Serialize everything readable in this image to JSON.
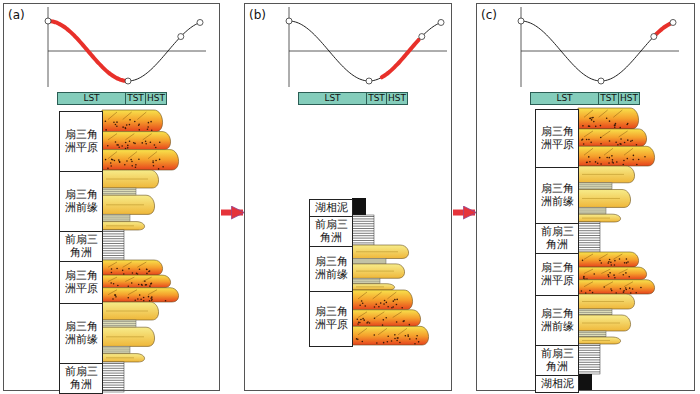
{
  "diagram": {
    "nodes": [
      {
        "text": [
          "(a)"
        ]
      },
      {
        "text": [
          "LST"
        ],
        "in": 0
      },
      {
        "text": [
          "TST"
        ],
        "in": 0
      },
      {
        "text": [
          "HST"
        ],
        "in": 0
      },
      {
        "text": [
          "扇三角洲平原"
        ],
        "in": 0
      },
      {
        "text": [
          "扇三角洲前缘"
        ],
        "in": 0
      },
      {
        "text": [
          "前扇三角洲"
        ],
        "in": 0
      },
      {
        "text": [
          "扇三角洲平原"
        ],
        "in": 0
      },
      {
        "text": [
          "扇三角洲前缘"
        ],
        "in": 0
      },
      {
        "text": [
          "前扇三角洲"
        ],
        "in": 0
      },
      {
        "text": [
          "(b)"
        ]
      },
      {
        "text": [
          "LST"
        ],
        "in": 10
      },
      {
        "text": [
          "TST"
        ],
        "in": 10
      },
      {
        "text": [
          "HST"
        ],
        "in": 10
      },
      {
        "text": [
          "湖相泥"
        ],
        "in": 10
      },
      {
        "text": [
          "前扇三角洲"
        ],
        "in": 10
      },
      {
        "text": [
          "扇三角洲前缘"
        ],
        "in": 10
      },
      {
        "text": [
          "扇三角洲平原"
        ],
        "in": 10
      },
      {
        "text": [
          "(c)"
        ]
      },
      {
        "text": [
          "LST"
        ],
        "in": 18
      },
      {
        "text": [
          "TST"
        ],
        "in": 18
      },
      {
        "text": [
          "HST"
        ],
        "in": 18
      },
      {
        "text": [
          "扇三角洲平原"
        ],
        "in": 18
      },
      {
        "text": [
          "扇三角洲前缘"
        ],
        "in": 18
      },
      {
        "text": [
          "前扇三角洲"
        ],
        "in": 18
      },
      {
        "text": [
          "扇三角洲平原"
        ],
        "in": 18
      },
      {
        "text": [
          "扇三角洲前缘"
        ],
        "in": 18
      },
      {
        "text": [
          "前扇三角洲"
        ],
        "in": 18
      },
      {
        "text": [
          "湖相泥"
        ],
        "in": 18
      }
    ],
    "edges": [
      {
        "from": 0,
        "to": 10,
        "arrow": "to"
      },
      {
        "from": 10,
        "to": 18,
        "arrow": "to"
      }
    ]
  }
}
